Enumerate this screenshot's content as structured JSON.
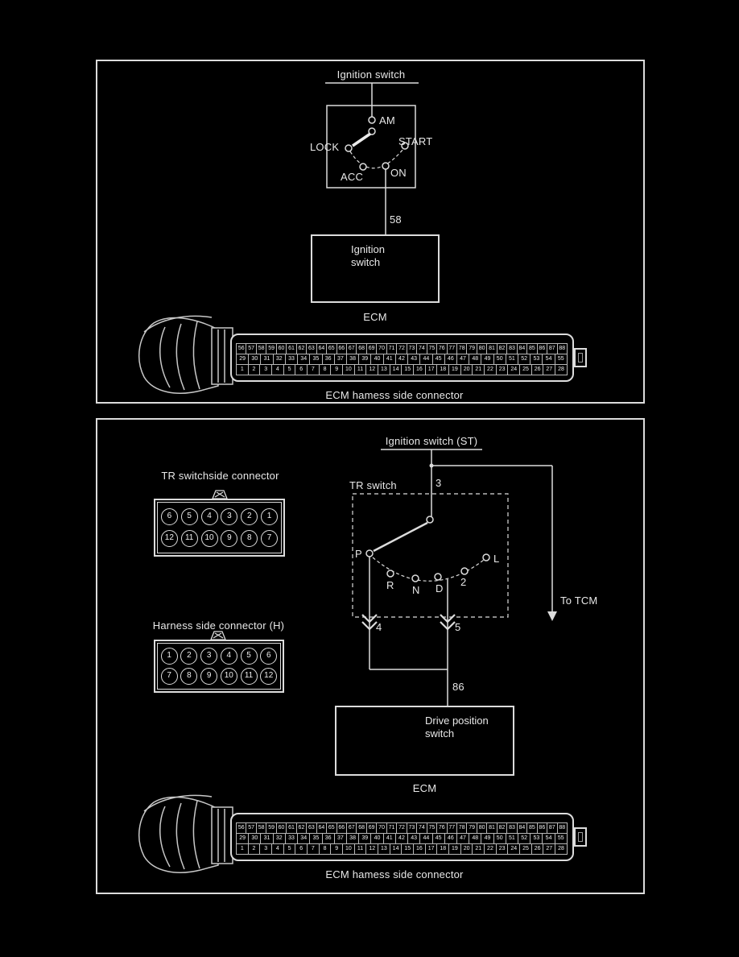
{
  "panel1": {
    "ignition_switch_label": "Ignition switch",
    "switch_positions": {
      "am": "AM",
      "start": "START",
      "lock": "LOCK",
      "acc": "ACC",
      "on": "ON"
    },
    "pin_58": "58",
    "ecm_box": {
      "line1": "Ignition",
      "line2": "switch"
    },
    "ecm_label": "ECM",
    "connector_caption": "ECM hamess side connector"
  },
  "panel2": {
    "ignition_switch_label": "Ignition switch (ST)",
    "tr_switchside_connector_label": "TR  switchside connector",
    "tr_switch_label": "TR switch",
    "pin_3": "3",
    "to_tcm_label": "To TCM",
    "gear_positions": {
      "p": "P",
      "r": "R",
      "n": "N",
      "d": "D",
      "two": "2",
      "l": "L"
    },
    "pin_4": "4",
    "pin_5": "5",
    "pin_86": "86",
    "harness_side_connector_label": "Harness side connector (H)",
    "drive_box": {
      "line1": "Drive position",
      "line2": "switch"
    },
    "ecm_label": "ECM",
    "connector_caption": "ECM hamess side connector",
    "tr_connector_rows": [
      [
        "6",
        "5",
        "4",
        "3",
        "2",
        "1"
      ],
      [
        "12",
        "11",
        "10",
        "9",
        "8",
        "7"
      ]
    ],
    "harness_connector_rows": [
      [
        "1",
        "2",
        "3",
        "4",
        "5",
        "6"
      ],
      [
        "7",
        "8",
        "9",
        "10",
        "11",
        "12"
      ]
    ]
  },
  "ecm_connector": {
    "rows": [
      [
        "56",
        "57",
        "58",
        "59",
        "60",
        "61",
        "62",
        "63",
        "64",
        "65",
        "66",
        "67",
        "68",
        "69",
        "70",
        "71",
        "72",
        "73",
        "74",
        "75",
        "76",
        "77",
        "78",
        "79",
        "80",
        "81",
        "82",
        "83",
        "84",
        "85",
        "86",
        "87",
        "88"
      ],
      [
        "29",
        "30",
        "31",
        "32",
        "33",
        "34",
        "35",
        "36",
        "37",
        "38",
        "39",
        "40",
        "41",
        "42",
        "43",
        "44",
        "45",
        "46",
        "47",
        "48",
        "49",
        "50",
        "51",
        "52",
        "53",
        "54",
        "55"
      ],
      [
        "1",
        "2",
        "3",
        "4",
        "5",
        "6",
        "7",
        "8",
        "9",
        "10",
        "11",
        "12",
        "13",
        "14",
        "15",
        "16",
        "17",
        "18",
        "19",
        "20",
        "21",
        "22",
        "23",
        "24",
        "25",
        "26",
        "27",
        "28"
      ]
    ]
  }
}
